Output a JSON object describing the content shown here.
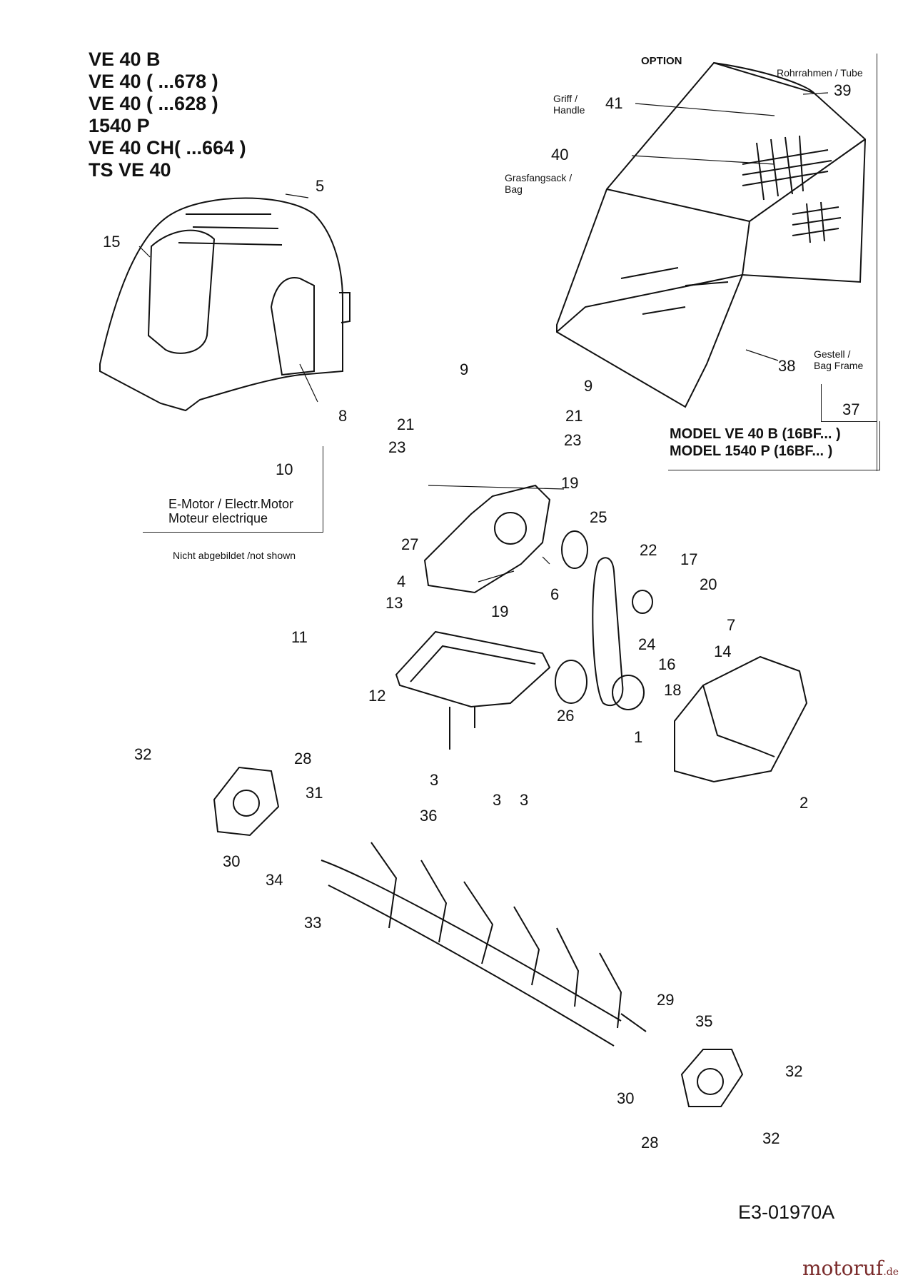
{
  "models": [
    "VE 40 B",
    "VE 40 ( ...678 )",
    "VE 40 ( ...628 )",
    "1540 P",
    "VE 40 CH( ...664 )",
    "TS VE 40"
  ],
  "option_label": "OPTION",
  "labels": {
    "rohrrahmen": "Rohrrahmen / Tube",
    "griff_1": "Griff /",
    "griff_2": "Handle",
    "grasfangsack_1": "Grasfangsack /",
    "grasfangsack_2": "Bag",
    "gestell_1": "Gestell /",
    "gestell_2": "Bag Frame",
    "emotor_1": "E-Motor / Electr.Motor",
    "emotor_2": "Moteur electrique",
    "not_shown": "Nicht abgebildet /not shown"
  },
  "model_box": [
    "MODEL  VE 40 B (16BF... )",
    "MODEL 1540 P (16BF... )"
  ],
  "part_numbers": {
    "p1": "1",
    "p2": "2",
    "p3a": "3",
    "p3b": "3",
    "p3c": "3",
    "p4": "4",
    "p5": "5",
    "p6": "6",
    "p7": "7",
    "p8": "8",
    "p9a": "9",
    "p9b": "9",
    "p10": "10",
    "p11": "11",
    "p12": "12",
    "p13": "13",
    "p14": "14",
    "p15": "15",
    "p16": "16",
    "p17": "17",
    "p18": "18",
    "p19a": "19",
    "p19b": "19",
    "p20": "20",
    "p21a": "21",
    "p21b": "21",
    "p22": "22",
    "p23a": "23",
    "p23b": "23",
    "p24": "24",
    "p25": "25",
    "p26": "26",
    "p27": "27",
    "p28a": "28",
    "p28b": "28",
    "p29": "29",
    "p30a": "30",
    "p30b": "30",
    "p31": "31",
    "p32a": "32",
    "p32b": "32",
    "p32c": "32",
    "p33": "33",
    "p34": "34",
    "p35": "35",
    "p36": "36",
    "p37": "37",
    "p38": "38",
    "p39": "39",
    "p40": "40",
    "p41": "41"
  },
  "drawing_code": "E3-01970A",
  "brand": {
    "name": "motoruf",
    "suffix": ".de"
  },
  "colors": {
    "ink": "#111111",
    "brand": "#7a2b2b"
  }
}
